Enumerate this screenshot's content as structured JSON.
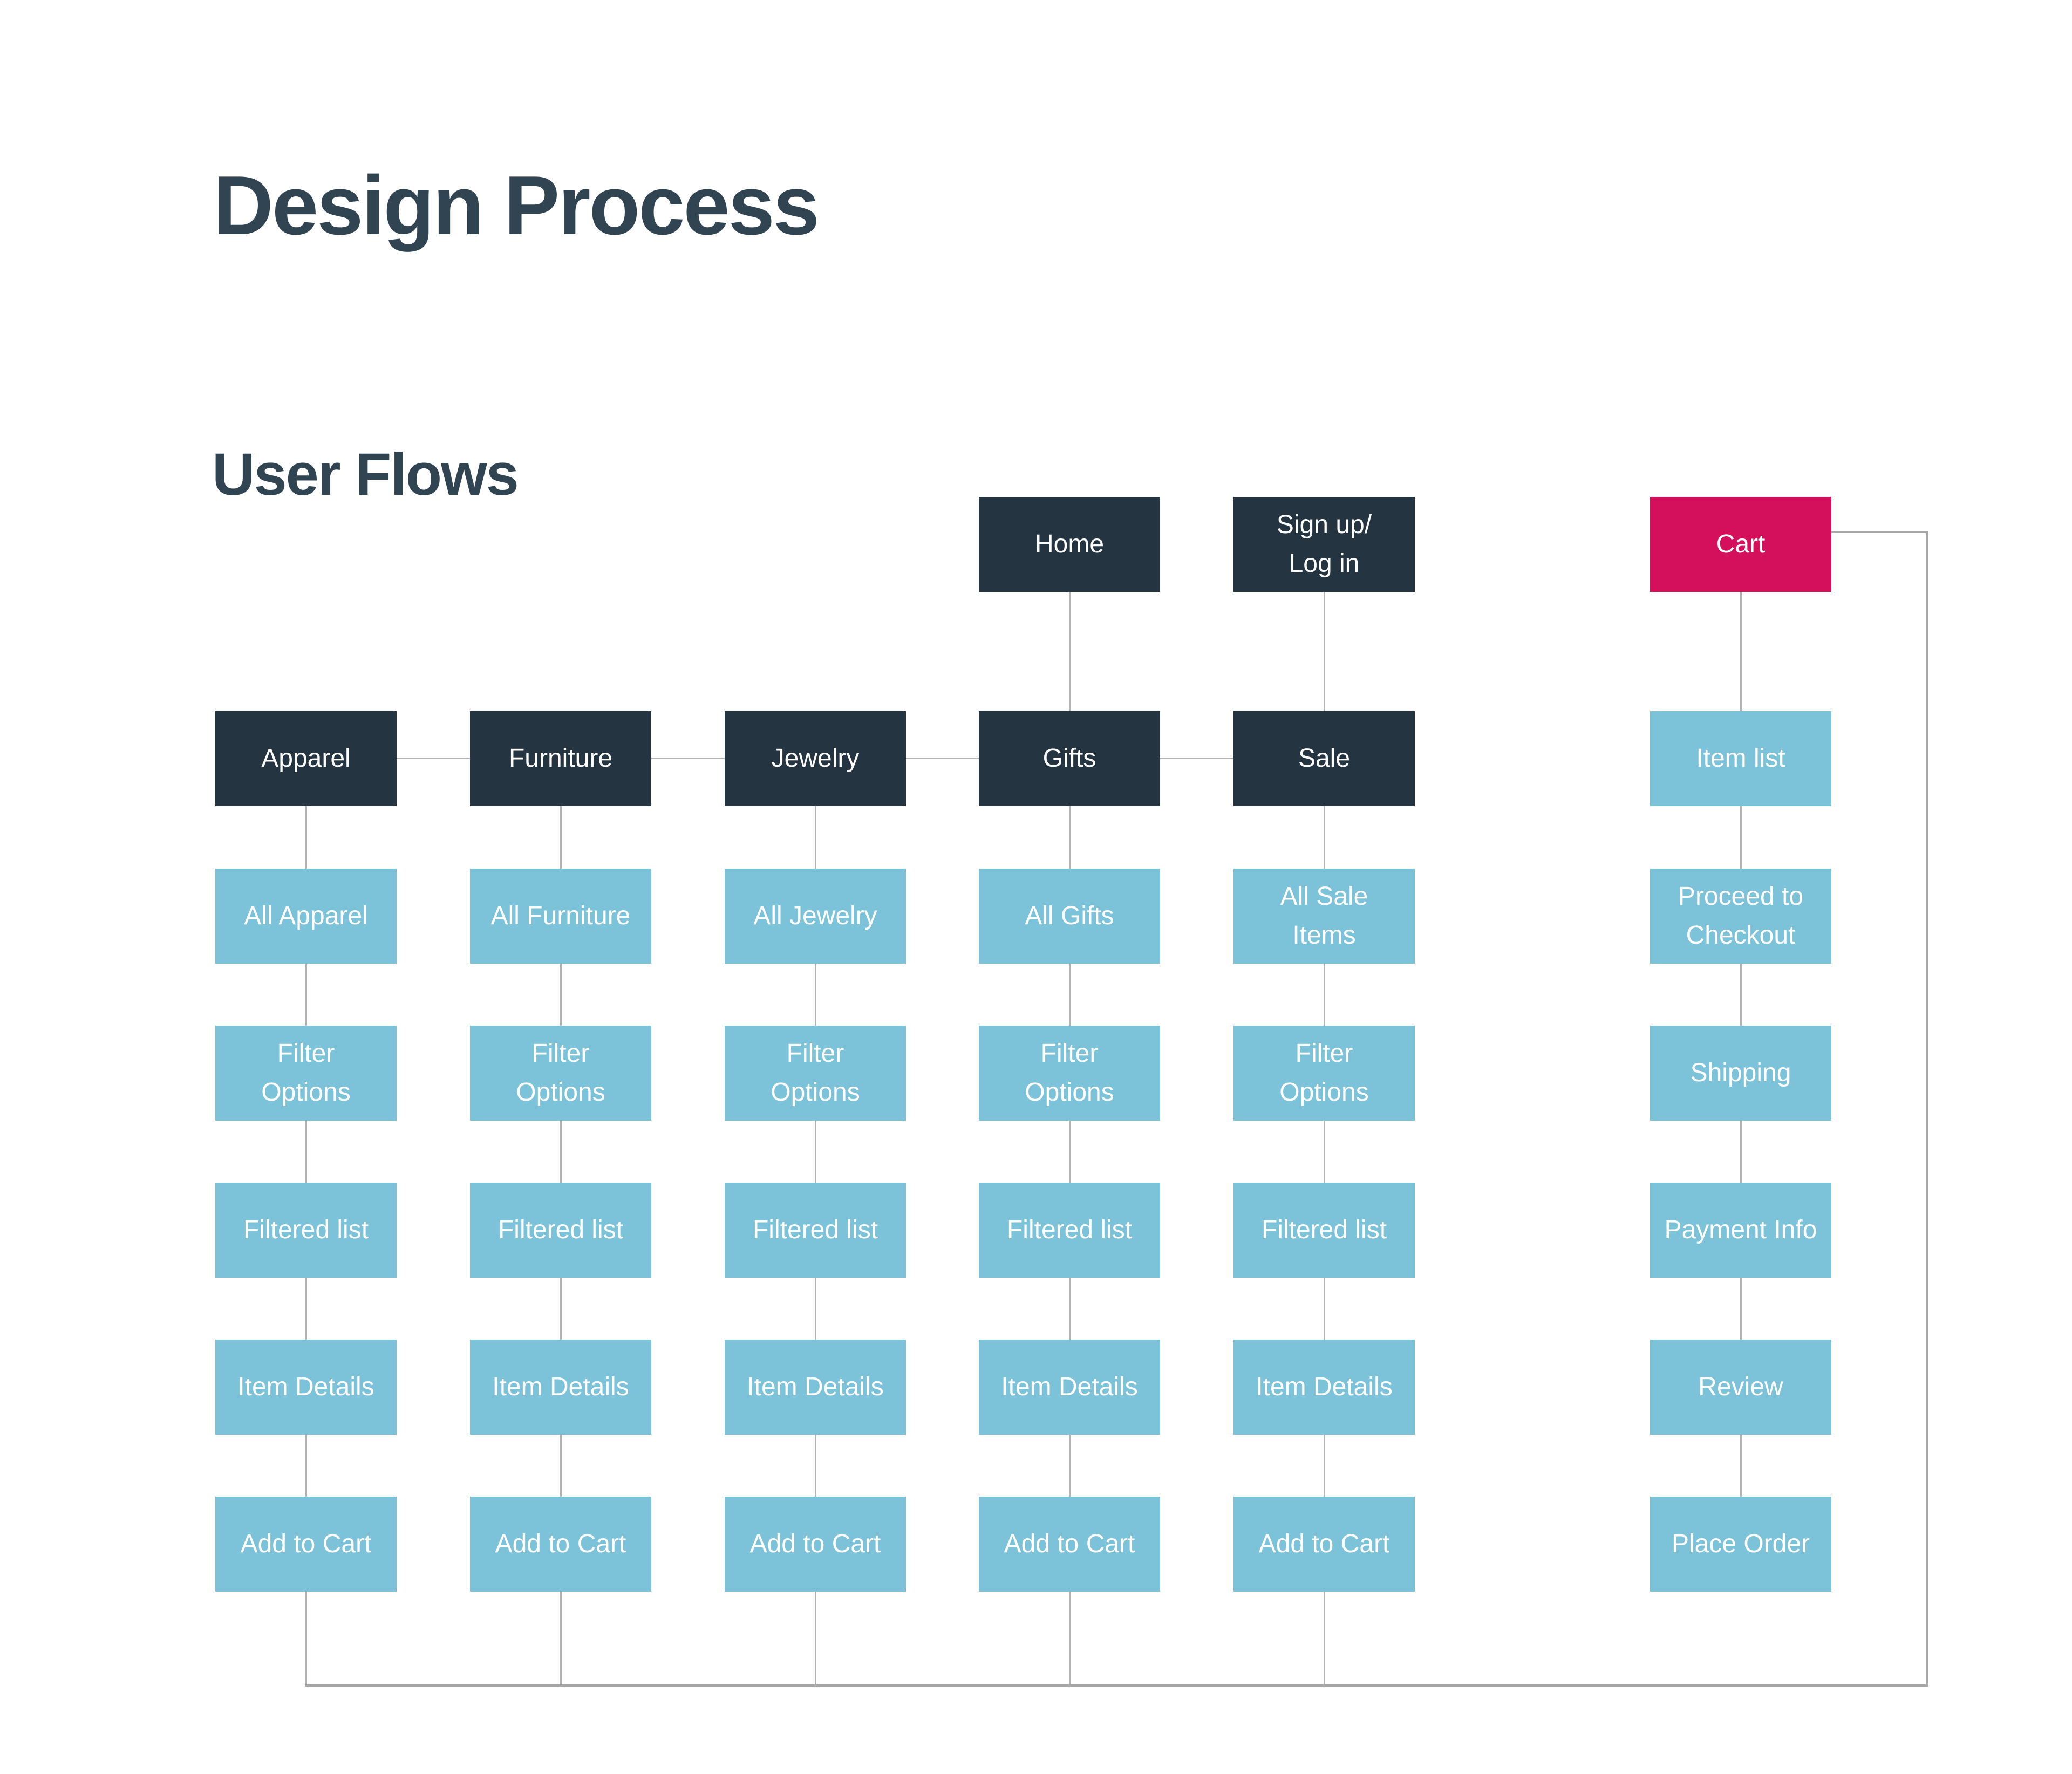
{
  "page": {
    "title": "Design Process",
    "section_title": "User Flows"
  },
  "palette": {
    "background": "#ffffff",
    "heading_text": "#314452",
    "dark_navy_node": "#243441",
    "light_blue_node": "#7cc3d9",
    "pink_node": "#d4105d",
    "connector_gray": "#b3b3b3",
    "loop_gray": "#a6a6a6",
    "node_text": "#ffffff"
  },
  "flow": {
    "top_row": [
      {
        "id": "home",
        "label": "Home",
        "style": "dark"
      },
      {
        "id": "signup-login",
        "label": "Sign up/\nLog in",
        "style": "dark"
      },
      {
        "id": "cart",
        "label": "Cart",
        "style": "pink"
      }
    ],
    "category_row": [
      {
        "id": "apparel",
        "label": "Apparel",
        "style": "dark"
      },
      {
        "id": "furniture",
        "label": "Furniture",
        "style": "dark"
      },
      {
        "id": "jewelry",
        "label": "Jewelry",
        "style": "dark"
      },
      {
        "id": "gifts",
        "label": "Gifts",
        "style": "dark"
      },
      {
        "id": "sale",
        "label": "Sale",
        "style": "dark"
      },
      {
        "id": "item-list",
        "label": "Item list",
        "style": "blue"
      }
    ],
    "columns": [
      {
        "category": "Apparel",
        "steps": [
          "All Apparel",
          "Filter\nOptions",
          "Filtered list",
          "Item Details",
          "Add to Cart"
        ]
      },
      {
        "category": "Furniture",
        "steps": [
          "All Furniture",
          "Filter\nOptions",
          "Filtered list",
          "Item Details",
          "Add to Cart"
        ]
      },
      {
        "category": "Jewelry",
        "steps": [
          "All Jewelry",
          "Filter\nOptions",
          "Filtered list",
          "Item Details",
          "Add to Cart"
        ]
      },
      {
        "category": "Gifts",
        "steps": [
          "All Gifts",
          "Filter\nOptions",
          "Filtered list",
          "Item Details",
          "Add to Cart"
        ]
      },
      {
        "category": "Sale",
        "steps": [
          "All Sale\nItems",
          "Filter\nOptions",
          "Filtered list",
          "Item Details",
          "Add to Cart"
        ]
      },
      {
        "category": "Cart",
        "steps": [
          "Proceed to\nCheckout",
          "Shipping",
          "Payment Info",
          "Review",
          "Place Order"
        ]
      }
    ]
  }
}
